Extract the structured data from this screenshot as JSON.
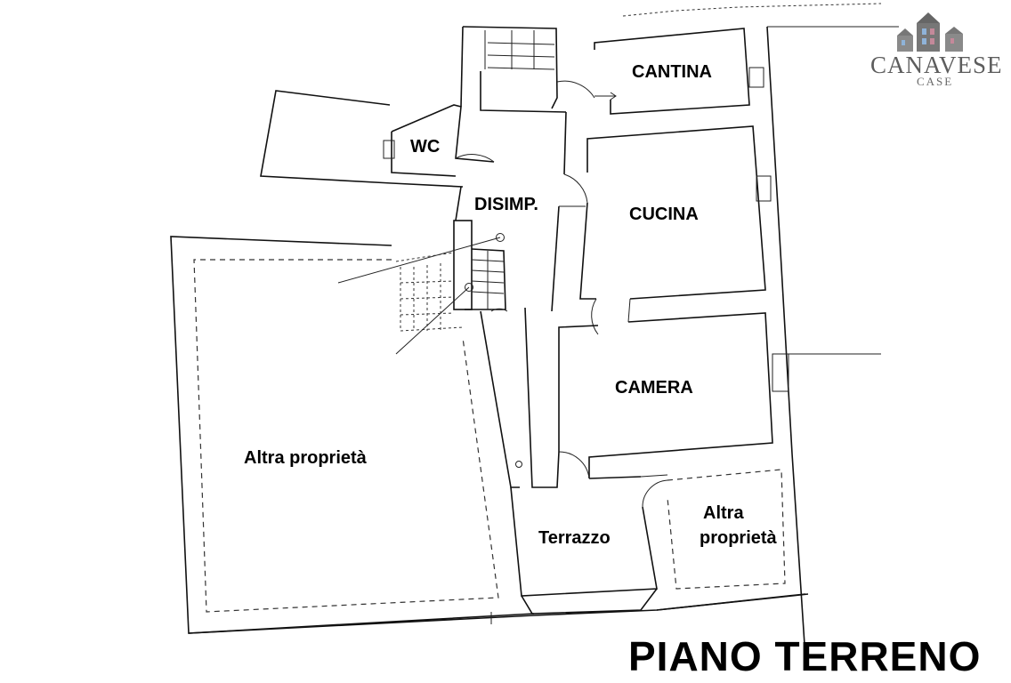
{
  "rooms": {
    "cantina": "CANTINA",
    "wc": "WC",
    "disimp": "DISIMP.",
    "cucina": "CUCINA",
    "camera": "CAMERA",
    "altra_proprieta_left": "Altra proprietà",
    "terrazzo": "Terrazzo",
    "altra_proprieta_right_line1": "Altra",
    "altra_proprieta_right_line2": "proprietà"
  },
  "title": "PIANO TERRENO",
  "logo": {
    "name": "CANAVESE",
    "sub": "CASE"
  }
}
